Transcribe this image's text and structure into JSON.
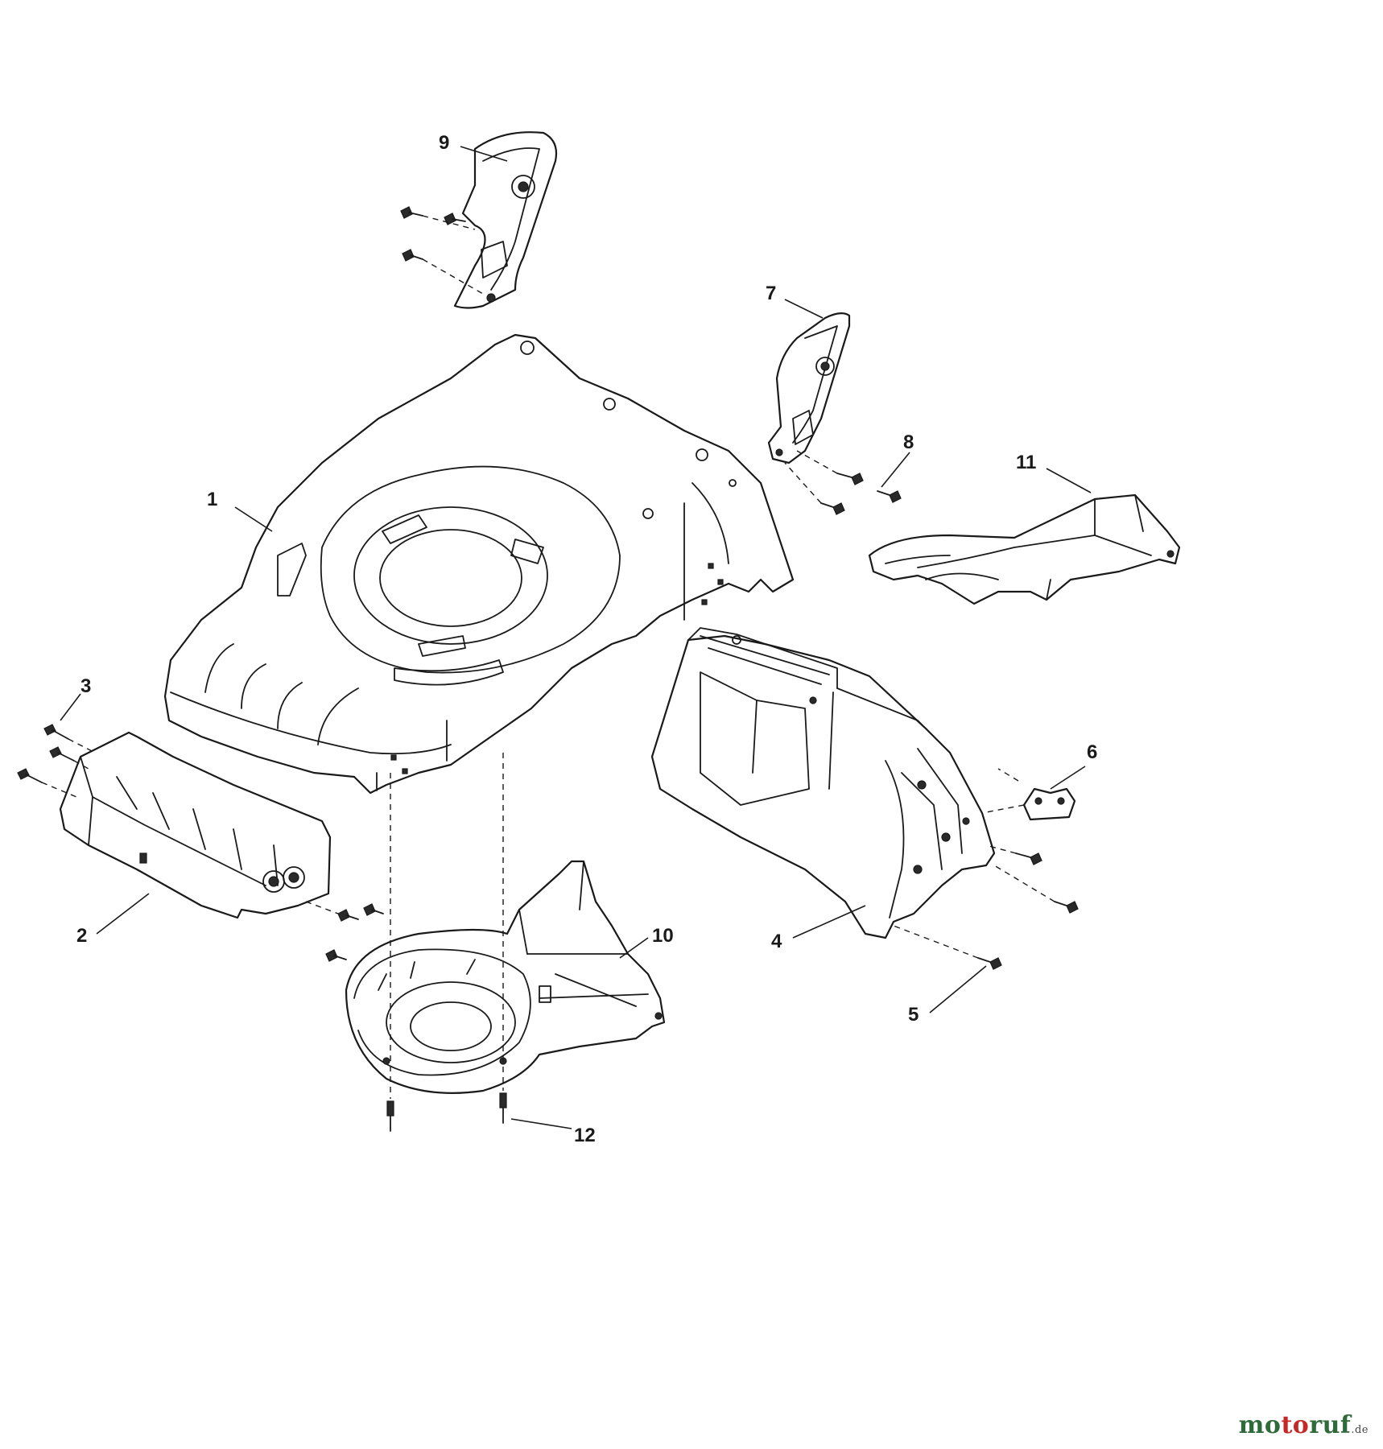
{
  "callouts": {
    "c1": "1",
    "c2": "2",
    "c3": "3",
    "c4": "4",
    "c5": "5",
    "c6": "6",
    "c7": "7",
    "c8": "8",
    "c9": "9",
    "c10": "10",
    "c11": "11",
    "c12": "12"
  },
  "watermark": {
    "part1": "mo",
    "part2": "to",
    "part3": "ruf",
    "tld": ".de"
  },
  "colors": {
    "ink": "#1a1a1a",
    "watermark_green": "#2e6a3a",
    "watermark_red": "#c62828"
  }
}
